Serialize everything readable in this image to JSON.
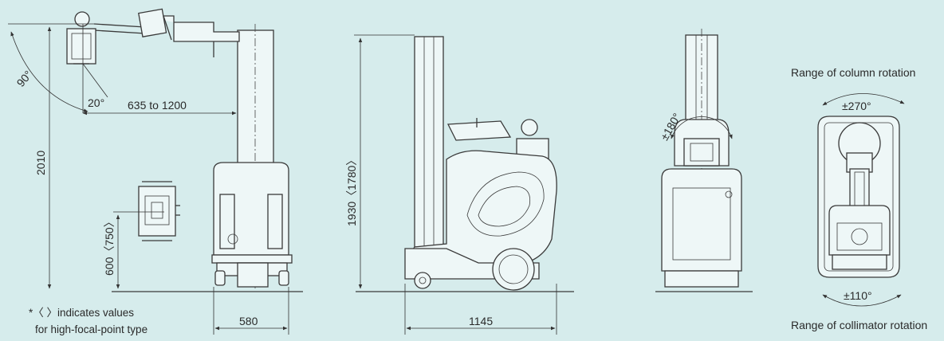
{
  "dimensions": {
    "angle_90": "90°",
    "angle_20": "20°",
    "reach": "635 to 1200",
    "height_2010": "2010",
    "height_600": "600〈750〉",
    "width_580": "580",
    "height_1930": "1930〈1780〉",
    "length_1145": "1145",
    "rot_180": "±180°",
    "rot_270": "±270°",
    "rot_110": "±110°"
  },
  "labels": {
    "column_rotation": "Range of column rotation",
    "collimator_rotation": "Range of collimator rotation"
  },
  "note": {
    "line1": "*〈 〉indicates values",
    "line2": "for high-focal-point type"
  },
  "colors": {
    "background": "#d6ecec",
    "line": "#3a3a3a"
  }
}
